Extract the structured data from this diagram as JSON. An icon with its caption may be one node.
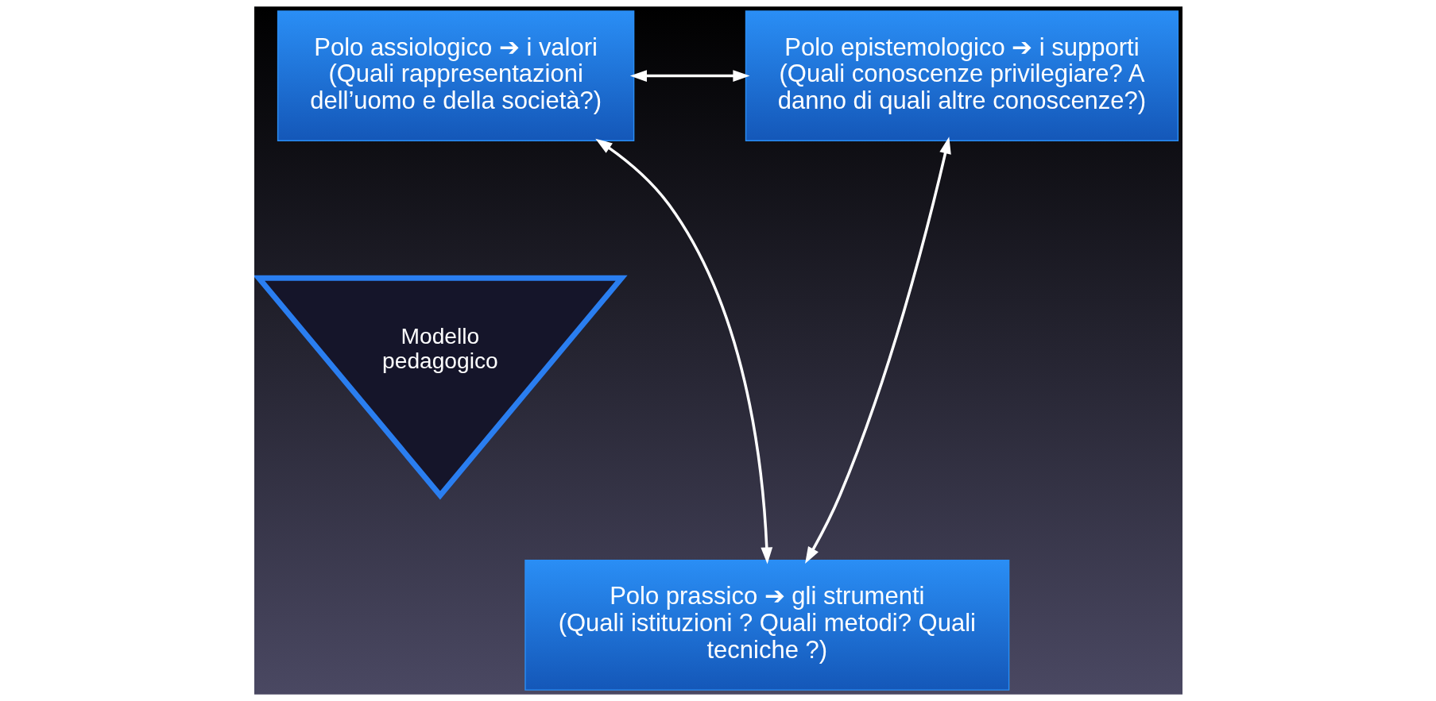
{
  "diagram": {
    "nodes": [
      {
        "text": [
          "Polo assiologico ➔ i valori",
          "(Quali rappresentazioni dell’uomo e della società?)"
        ]
      },
      {
        "text": [
          "Polo epistemologico ➔ i supporti",
          "(Quali conoscenze privilegiare? A danno di quali altre conoscenze?)"
        ]
      },
      {
        "text": [
          "Modello pedagogico"
        ]
      },
      {
        "text": [
          "Polo prassico ➔ gli strumenti",
          "(Quali istituzioni ? Quali metodi? Quali tecniche ?)"
        ]
      }
    ],
    "edges": [
      {
        "from": 0,
        "to": 1,
        "arrow": "both"
      },
      {
        "from": 0,
        "to": 3,
        "arrow": "both"
      },
      {
        "from": 1,
        "to": 3,
        "arrow": "both"
      }
    ]
  }
}
